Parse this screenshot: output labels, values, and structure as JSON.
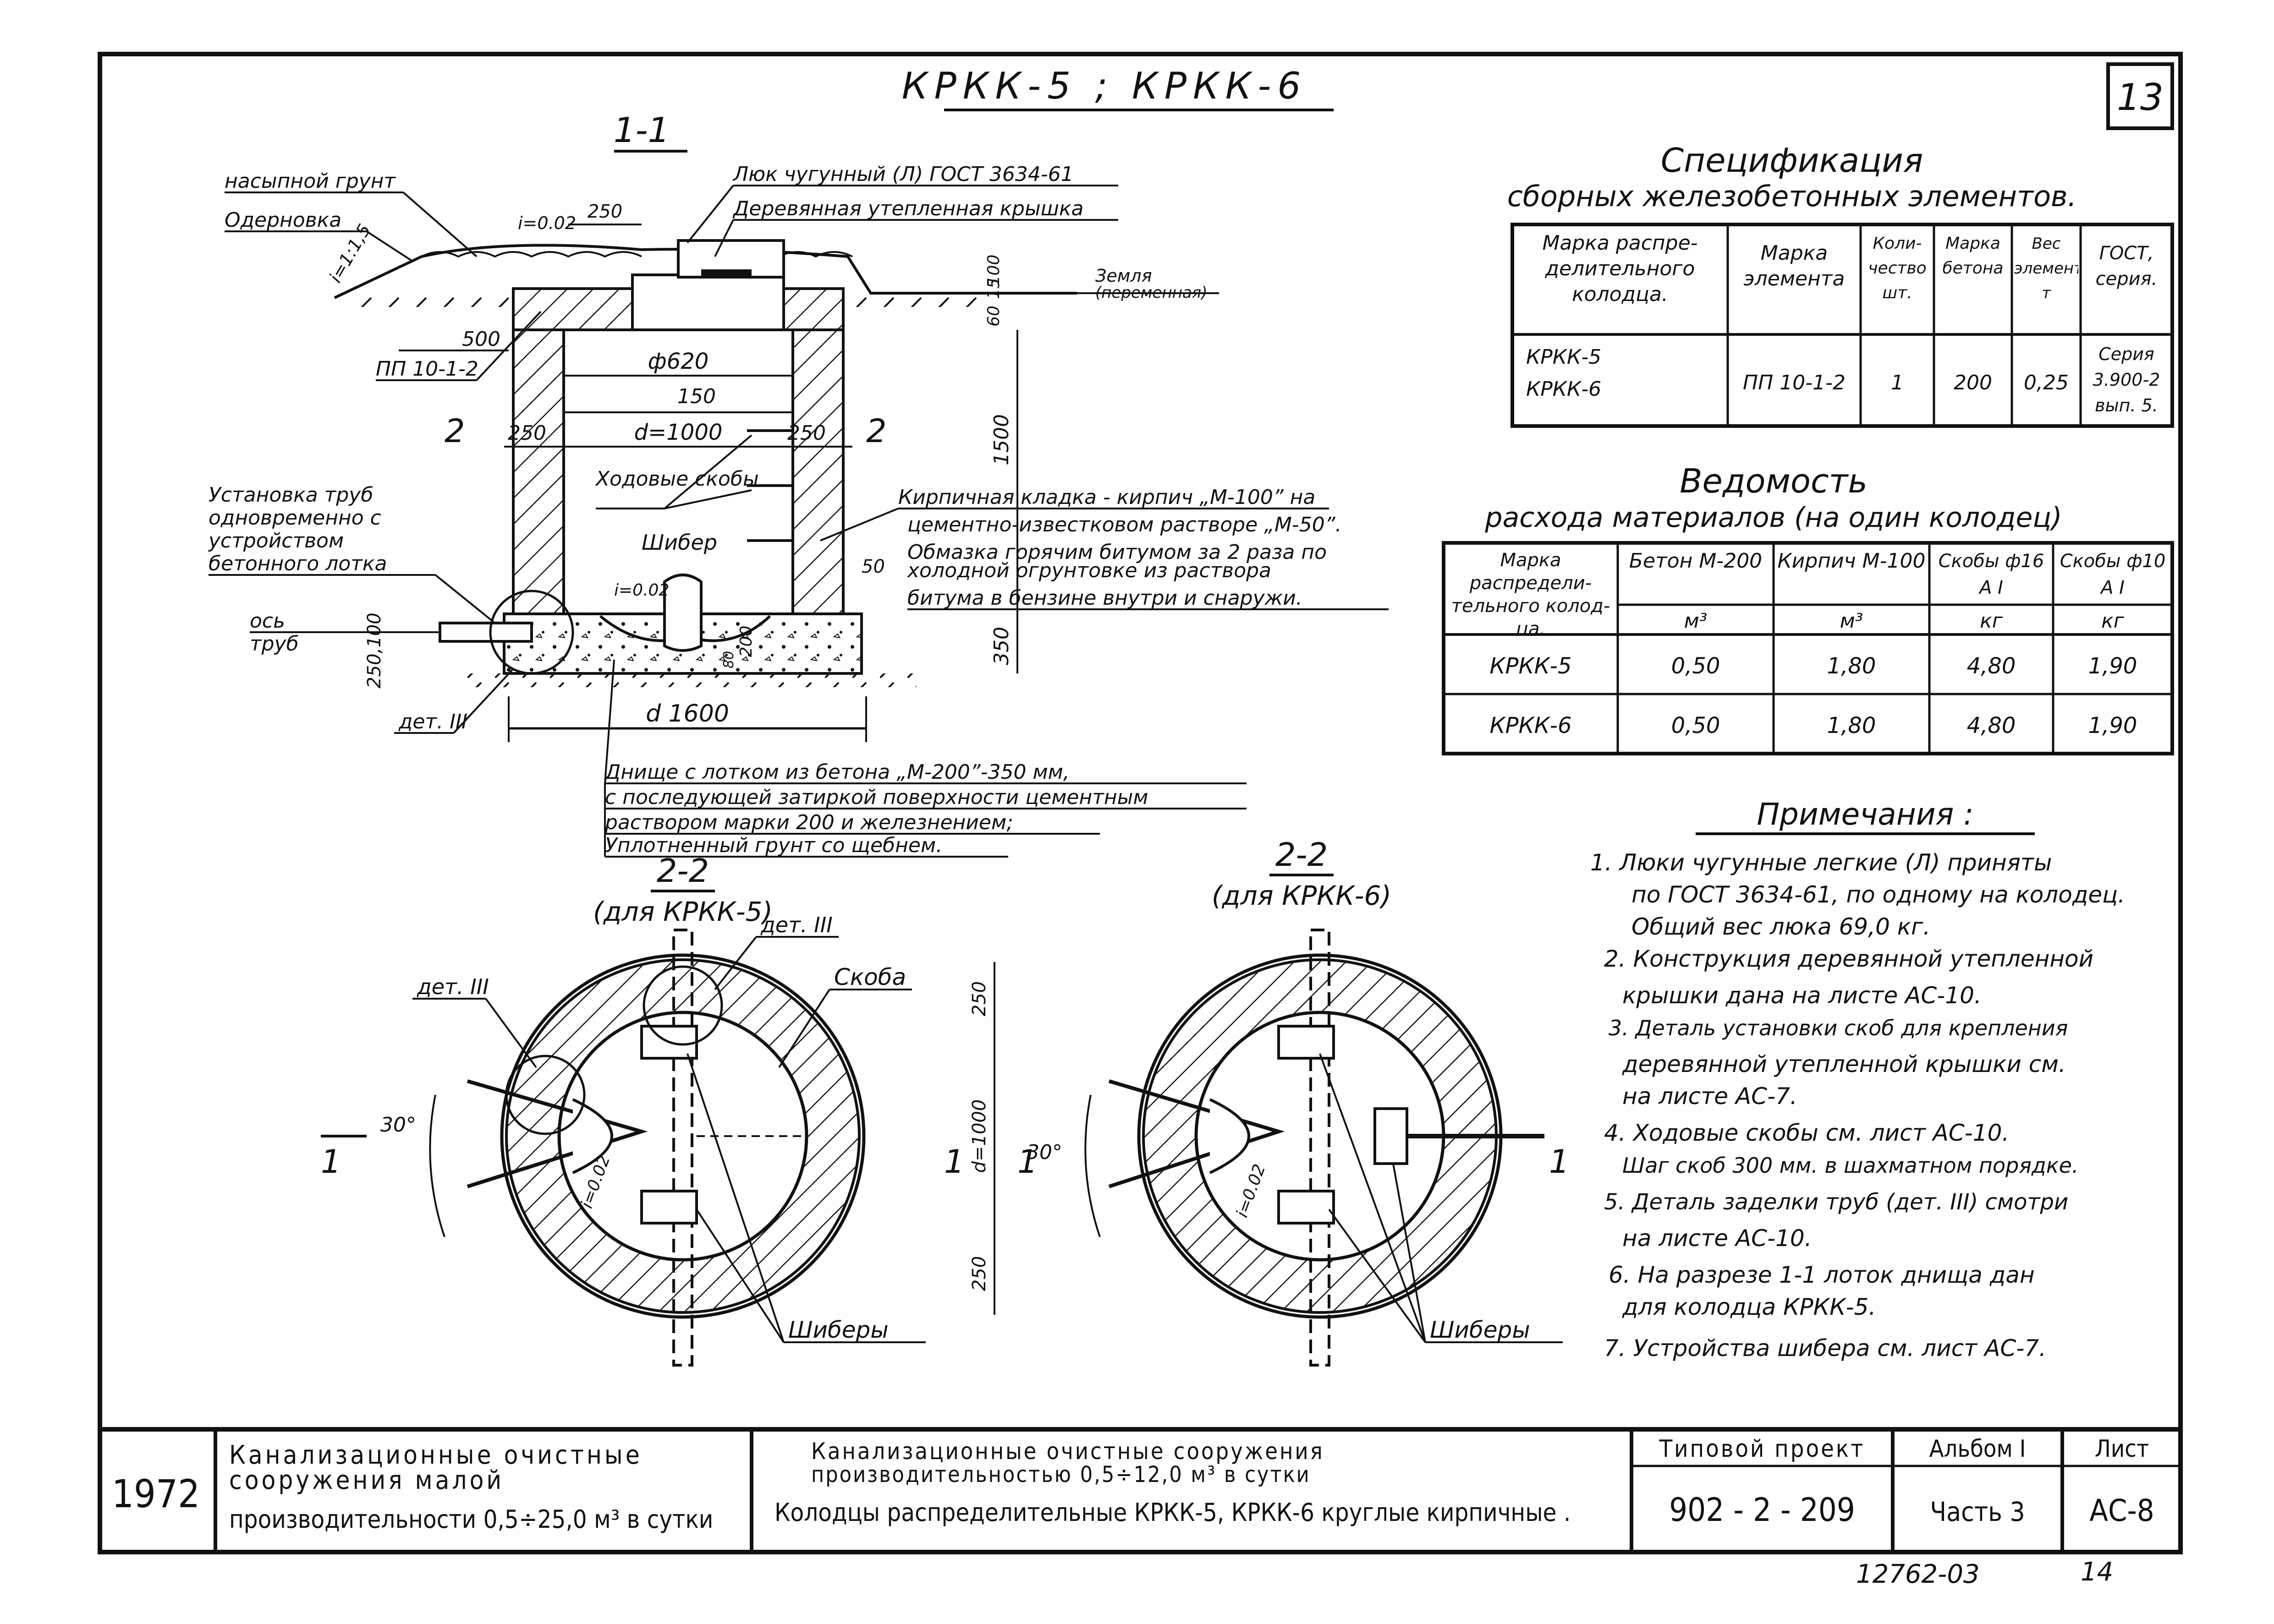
{
  "sheet": {
    "header_title": "КРКК-5 ; КРКК-6",
    "sheet_number": "13",
    "bottom_stamp": "12762-03",
    "bottom_stamp_2": "14"
  },
  "section_1_1": {
    "label": "1-1",
    "labels": {
      "fill_soil": "насыпной грунт",
      "turf": "Одерновка",
      "slope": "i=1:1,5",
      "slope2": "i=0.02",
      "hatch_label": "Люк чугунный (Л) ГОСТ 3634-61",
      "wooden_lid": "Деревянная утепленная крышка",
      "ground": "Земля",
      "ground_note": "(переменная)",
      "slab": "ПП 10-1-2",
      "ladder": "Ходовые скобы",
      "brick": "Кирпичная кладка - кирпич „М-100” на",
      "brick2": "цементно-известковом растворе „М-50”.",
      "brick3": "Обмазка горячим битумом за 2 раза по",
      "brick4": "холодной огрунтовке из раствора",
      "brick5": "битума в бензине внутри и снаружи.",
      "pipes1": "Установка труб",
      "pipes2": "одновременно с",
      "pipes3": "устройством",
      "pipes4": "бетонного лотка",
      "axis1": "ось",
      "axis2": "труб",
      "gate": "Шибер",
      "det": "дет. III",
      "bottom1": "Днище с лотком из бетона „М-200”-350 мм,",
      "bottom2": "с последующей затиркой поверхности цементным",
      "bottom3": "раствором марки 200 и железнением;",
      "bottom4": "Уплотненный грунт со щебнем.",
      "cut2": "2",
      "i002": "i=0.02"
    },
    "dims": {
      "d250a": "250",
      "d500": "500",
      "d620": "ф620",
      "d150": "150",
      "d1000": "d=1000",
      "d250b": "250",
      "d250c": "250",
      "d1500": "1500",
      "d100": "100",
      "d15": "15",
      "d60": "60",
      "d50": "50",
      "d350": "350",
      "d200": "200",
      "d80": "80",
      "d250_100": "250,100",
      "d1600": "d 1600"
    }
  },
  "plan_left": {
    "label": "2-2",
    "sub": "(для КРКК-5)",
    "det1": "дет. III",
    "det2": "дет. III",
    "bracket": "Скоба",
    "gates": "Шиберы",
    "angle": "30°",
    "slope": "i=0.02",
    "cut": "1",
    "d250t": "250",
    "d1000": "d=1000",
    "d250b": "250"
  },
  "plan_right": {
    "label": "2-2",
    "sub": "(для КРКК-6)",
    "gates": "Шиберы",
    "angle": "30°",
    "slope": "i=0.02",
    "cut": "1"
  },
  "spec_table": {
    "title": "Спецификация",
    "subtitle": "сборных железобетонных элементов.",
    "headers": [
      "Марка распре-делительного колодца.",
      "Марка элемента",
      "Коли-чество шт.",
      "Марка бетона",
      "Вес элемента т",
      "ГОСТ, серия."
    ],
    "row": [
      "КРКК-5\nКРКК-6",
      "ПП 10-1-2",
      "1",
      "200",
      "0,25",
      "Серия 3.900-2 вып. 5."
    ]
  },
  "materials_table": {
    "title": "Ведомость",
    "subtitle": "расхода материалов (на один колодец)",
    "col1": "Марка распредели-тельного колод-ца.",
    "headers": [
      "Бетон М-200",
      "Кирпич М-100",
      "Скобы ф16 А I",
      "Скобы ф10 А I"
    ],
    "units": [
      "м³",
      "м³",
      "кг",
      "кг"
    ],
    "rows": [
      [
        "КРКК-5",
        "0,50",
        "1,80",
        "4,80",
        "1,90"
      ],
      [
        "КРКК-6",
        "0,50",
        "1,80",
        "4,80",
        "1,90"
      ]
    ]
  },
  "notes": {
    "title": "Примечания :",
    "lines": [
      "1. Люки чугунные легкие (Л) приняты",
      "по ГОСТ 3634-61, по одному на колодец.",
      "Общий вес люка 69,0 кг.",
      "2. Конструкция деревянной утепленной",
      "крышки дана на листе АС-10.",
      "3. Деталь установки скоб для крепления",
      "деревянной утепленной крышки см.",
      "на листе АС-7.",
      "4. Ходовые скобы см. лист АС-10.",
      "Шаг скоб 300 мм. в шахматном порядке.",
      "5. Деталь заделки труб (дет. III) смотри",
      "на листе АС-10.",
      "6. На разрезе 1-1 лоток днища дан",
      "для колодца КРКК-5.",
      "7. Устройства шибера см. лист АС-7."
    ]
  },
  "title_block": {
    "year": "1972",
    "org1": "Канализационные очистные",
    "org2": "сооружения малой",
    "org3": "производительности 0,5÷25,0 м³ в сутки",
    "desc1": "Канализационные очистные сооружения",
    "desc2": "производительностью 0,5÷12,0 м³ в сутки",
    "desc3": "Колодцы распределительные КРКК-5, КРКК-6 круглые кирпичные .",
    "proj_label": "Типовой проект",
    "proj_num": "902 - 2 - 209",
    "album": "Альбом I",
    "part": "Часть 3",
    "sheet_label": "Лист",
    "sheet_code": "АС-8"
  }
}
